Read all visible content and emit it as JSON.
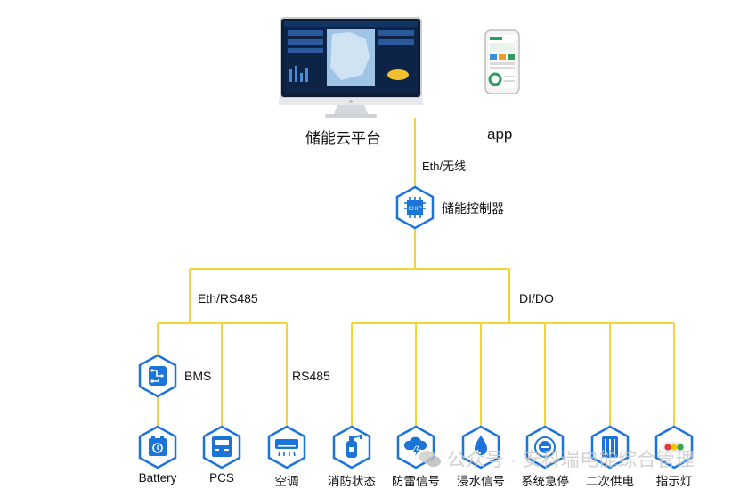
{
  "top": {
    "cloud_label": "储能云平台",
    "app_label": "app",
    "link_label": "Eth/无线"
  },
  "controller": {
    "label": "储能控制器",
    "chip_text": "CHIP"
  },
  "branches": {
    "left_label": "Eth/RS485",
    "right_label": "DI/DO",
    "rs485_label": "RS485"
  },
  "bms": {
    "label": "BMS"
  },
  "devices": [
    {
      "label": "Battery",
      "icon": "battery-icon"
    },
    {
      "label": "PCS",
      "icon": "pcs-icon"
    },
    {
      "label": "空调",
      "icon": "air-conditioner-icon"
    },
    {
      "label": "消防状态",
      "icon": "fire-extinguisher-icon"
    },
    {
      "label": "防雷信号",
      "icon": "lightning-cloud-icon"
    },
    {
      "label": "浸水信号",
      "icon": "water-drop-icon"
    },
    {
      "label": "系统急停",
      "icon": "emergency-stop-icon"
    },
    {
      "label": "二次供电",
      "icon": "power-supply-icon"
    },
    {
      "label": "指示灯",
      "icon": "indicator-light-icon"
    }
  ],
  "watermark": "公众号 · 安科瑞电能综合管理",
  "colors": {
    "line": "#f5d43a",
    "hex_border": "#1c74d9",
    "icon": "#1c74d9"
  }
}
